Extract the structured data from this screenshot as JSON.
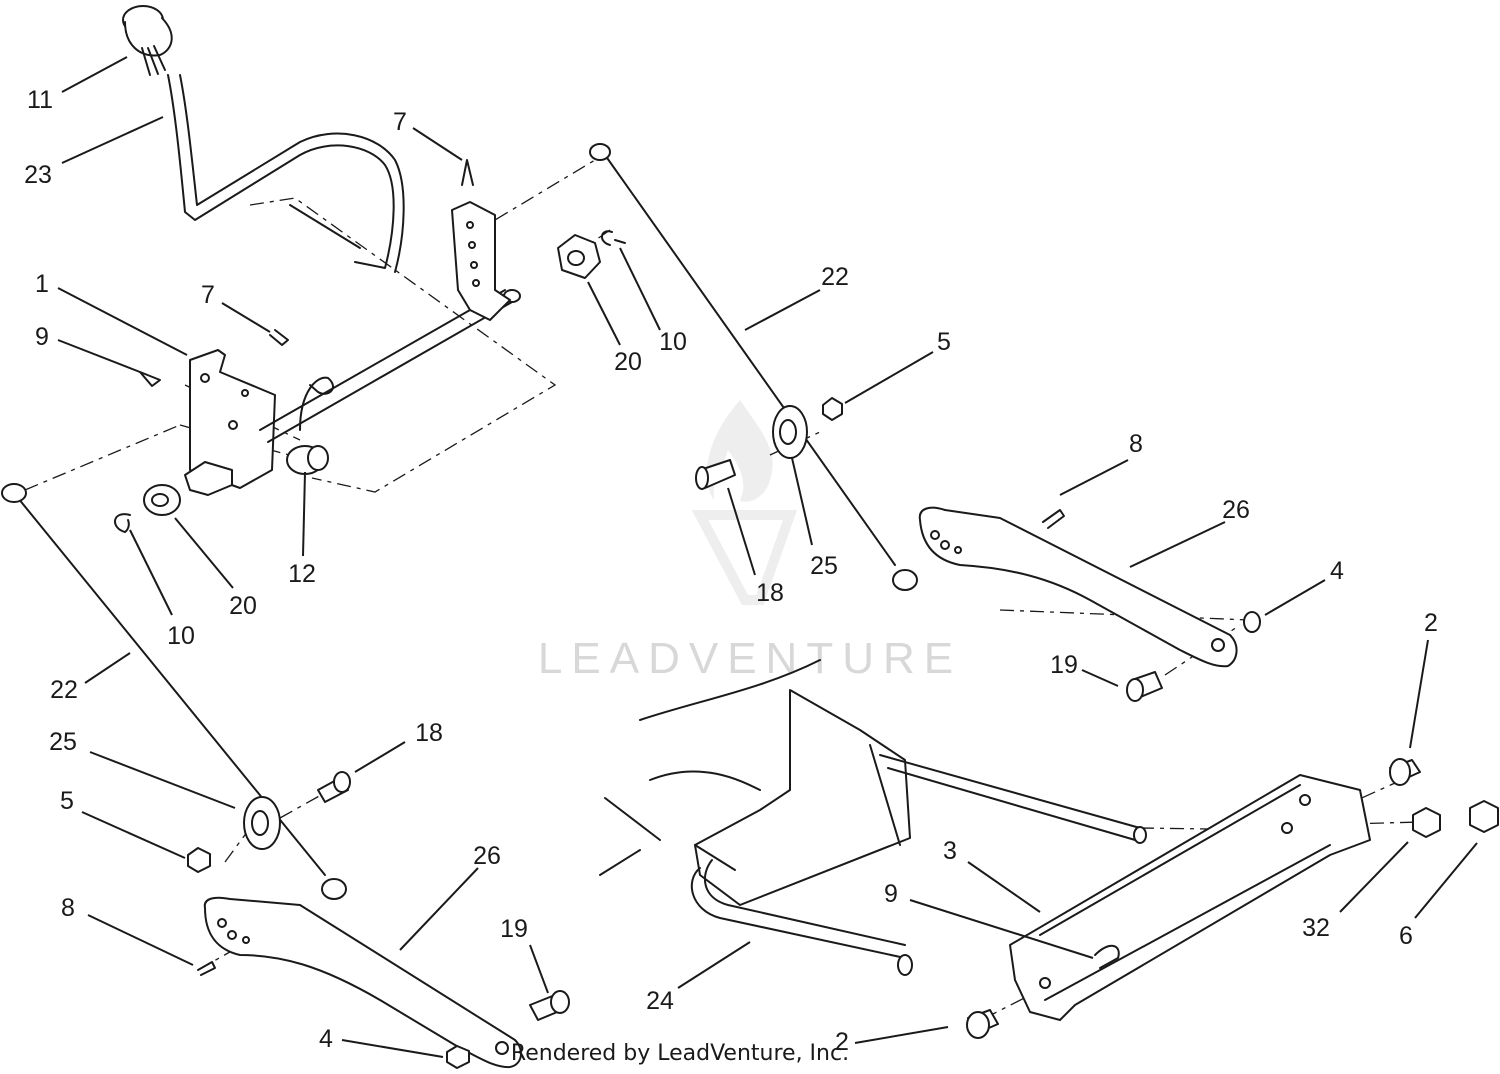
{
  "watermark": {
    "text": "LEADVENTURE"
  },
  "credit": {
    "text": "Rendered by LeadVenture, Inc."
  },
  "callouts": [
    {
      "label": "11"
    },
    {
      "label": "23"
    },
    {
      "label": "7"
    },
    {
      "label": "1"
    },
    {
      "label": "7"
    },
    {
      "label": "9"
    },
    {
      "label": "20"
    },
    {
      "label": "10"
    },
    {
      "label": "22"
    },
    {
      "label": "5"
    },
    {
      "label": "12"
    },
    {
      "label": "20"
    },
    {
      "label": "10"
    },
    {
      "label": "8"
    },
    {
      "label": "26"
    },
    {
      "label": "25"
    },
    {
      "label": "18"
    },
    {
      "label": "4"
    },
    {
      "label": "22"
    },
    {
      "label": "19"
    },
    {
      "label": "2"
    },
    {
      "label": "25"
    },
    {
      "label": "18"
    },
    {
      "label": "5"
    },
    {
      "label": "26"
    },
    {
      "label": "3"
    },
    {
      "label": "8"
    },
    {
      "label": "9"
    },
    {
      "label": "19"
    },
    {
      "label": "32"
    },
    {
      "label": "6"
    },
    {
      "label": "24"
    },
    {
      "label": "4"
    },
    {
      "label": "2"
    }
  ],
  "colors": {
    "line": "#1a1a1a",
    "watermark": "#d8d8d8",
    "background": "#ffffff"
  }
}
